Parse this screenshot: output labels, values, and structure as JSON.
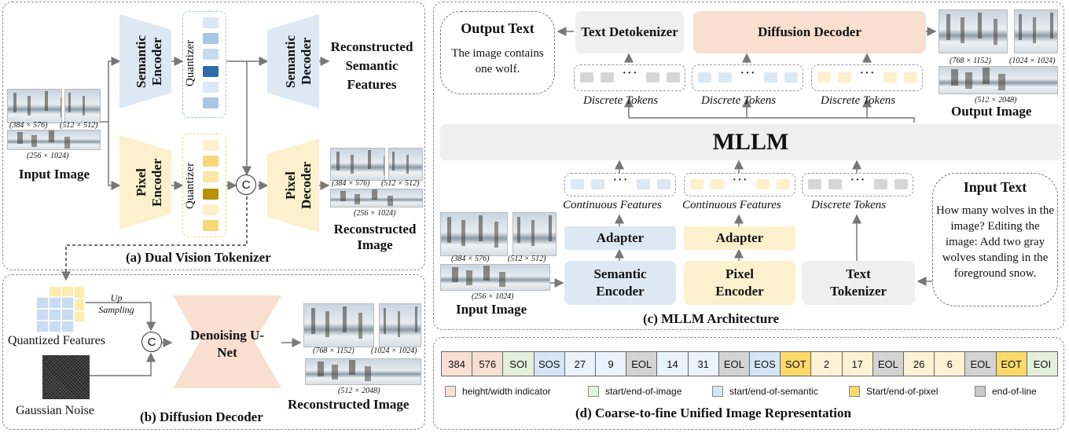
{
  "panels": {
    "a": "(a) Dual Vision Tokenizer",
    "b": "(b) Diffusion Decoder",
    "c": "(c) MLLM Architecture",
    "d": "(d) Coarse-to-fine Unified Image Representation"
  },
  "tokenizer": {
    "semantic_encoder": "Semantic Encoder",
    "pixel_encoder": "Pixel Encoder",
    "quantizer": "Quantizer",
    "semantic_decoder": "Semantic Decoder",
    "pixel_decoder": "Pixel Decoder",
    "concat": "C",
    "input_image": "Input Image",
    "reconstructed_semantic": "Reconstructed Semantic Features",
    "reconstructed_image": "Reconstructed Image",
    "in_sizes": [
      "(384 × 576)",
      "(512 × 512)",
      "(256 × 1024)"
    ],
    "out_sizes": [
      "(384 × 576)",
      "(512 × 512)",
      "(256 × 1024)"
    ]
  },
  "diffusion": {
    "quantized_features": "Quantized Features",
    "up_sampling": "Up Sampling",
    "gaussian_noise": "Gaussian Noise",
    "unet": "Denoising U-Net",
    "concat": "C",
    "reconstructed_image": "Reconstructed Image",
    "sizes": [
      "(768 × 1152)",
      "(1024 × 1024)",
      "(512 × 2048)"
    ]
  },
  "mllm": {
    "output_text_title": "Output Text",
    "output_text_body": "The image contains one wolf.",
    "text_detokenizer": "Text Detokenizer",
    "diffusion_decoder": "Diffusion Decoder",
    "discrete_tokens": "Discrete Tokens",
    "continuous_features": "Continuous Features",
    "mllm": "MLLM",
    "adapter": "Adapter",
    "semantic_encoder": "Semantic Encoder",
    "pixel_encoder": "Pixel Encoder",
    "text_tokenizer": "Text Tokenizer",
    "input_image": "Input Image",
    "output_image": "Output Image",
    "input_text_title": "Input Text",
    "input_text_body": "How many wolves in the image? Editing the image: Add two gray wolves standing in the foreground snow.",
    "in_sizes": [
      "(384 × 576)",
      "(512 × 512)",
      "(256 × 1024)"
    ],
    "out_sizes": [
      "(768 × 1152)",
      "(1024 × 1024)",
      "(512 × 2048)"
    ]
  },
  "sequence": [
    {
      "t": "384",
      "c": "#f8dfd4"
    },
    {
      "t": "576",
      "c": "#f8dfd4"
    },
    {
      "t": "SOI",
      "c": "#e3f1dc"
    },
    {
      "t": "SOS",
      "c": "#d6e6f5"
    },
    {
      "t": "27",
      "c": "#eaf2fb"
    },
    {
      "t": "9",
      "c": "#eaf2fb"
    },
    {
      "t": "EOL",
      "c": "#d3d3d3"
    },
    {
      "t": "14",
      "c": "#eaf2fb"
    },
    {
      "t": "31",
      "c": "#eaf2fb"
    },
    {
      "t": "EOL",
      "c": "#d3d3d3"
    },
    {
      "t": "EOS",
      "c": "#d6e6f5"
    },
    {
      "t": "SOT",
      "c": "#fbd96b"
    },
    {
      "t": "2",
      "c": "#fdf2d3"
    },
    {
      "t": "17",
      "c": "#fdf2d3"
    },
    {
      "t": "EOL",
      "c": "#d3d3d3"
    },
    {
      "t": "26",
      "c": "#fdf2d3"
    },
    {
      "t": "6",
      "c": "#fdf2d3"
    },
    {
      "t": "EOL",
      "c": "#d3d3d3"
    },
    {
      "t": "EOT",
      "c": "#fbd96b"
    },
    {
      "t": "EOI",
      "c": "#e3f1dc"
    }
  ],
  "legend": [
    {
      "t": "height/width indicator",
      "c": "#f8dfd4"
    },
    {
      "t": "start/end-of-image",
      "c": "#e3f1dc"
    },
    {
      "t": "start/end-of-semantic",
      "c": "#d6e6f5"
    },
    {
      "t": "Start/end-of-pixel",
      "c": "#fbd96b"
    },
    {
      "t": "end-of-line",
      "c": "#c8c8c8"
    }
  ],
  "colors": {
    "semantic": "#dce8f4",
    "pixel": "#fdf0cc",
    "diffusion": "#f8dfd0",
    "gray": "#efefef"
  }
}
